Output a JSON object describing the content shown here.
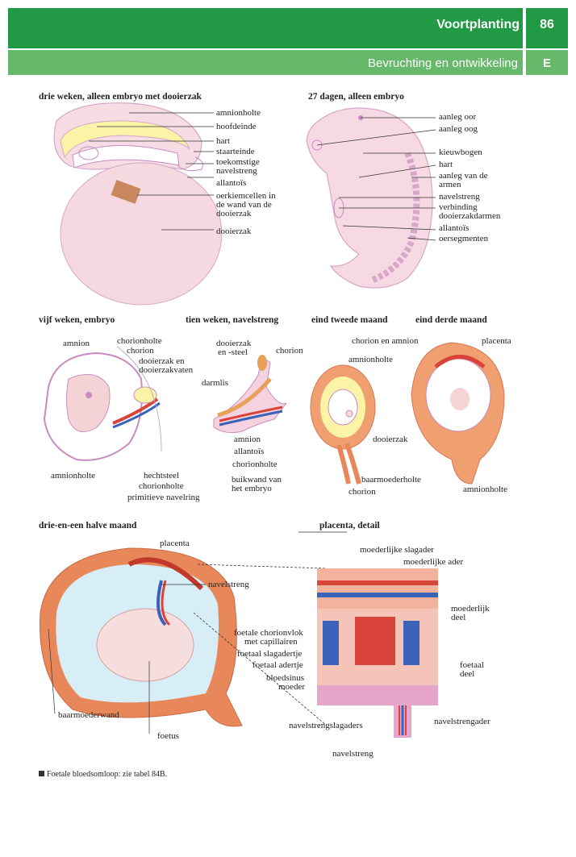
{
  "header": {
    "chapter": "Voortplanting",
    "page_number": "86",
    "subchapter": "Bevruchting en ontwikkeling",
    "section_letter": "E"
  },
  "panels": {
    "p1": {
      "title": "drie weken, alleen embryo met dooierzak",
      "labels": [
        "amnionholte",
        "hoofdeinde",
        "hart",
        "staarteinde",
        "toekomstige",
        "navelstreng",
        "allantoïs",
        "oerkiemcellen in",
        "de wand van de",
        "dooierzak",
        "dooierzak"
      ]
    },
    "p2": {
      "title": "27 dagen, alleen embryo",
      "labels": [
        "aanleg oor",
        "aanleg oog",
        "kieuwbogen",
        "hart",
        "aanleg van de",
        "armen",
        "navelstreng",
        "verbinding",
        "dooierzakdarmen",
        "allantoïs",
        "oersegmenten"
      ]
    },
    "p3": {
      "title": "vijf weken, embryo",
      "labels": [
        "amnion",
        "chorionholte",
        "chorion",
        "dooierzak en",
        "dooierzakvaten",
        "amnionholte",
        "hechtsteel",
        "chorionholte",
        "primitieve navelring"
      ]
    },
    "p4": {
      "title": "tien weken, navelstreng",
      "labels": [
        "dooierzak",
        "en -steel",
        "chorion",
        "darmlis",
        "amnion",
        "allantoïs",
        "chorionholte",
        "buikwand van",
        "het embryo"
      ]
    },
    "p5": {
      "title": "eind tweede maand",
      "labels": [
        "amnionholte",
        "dooierzak",
        "baarmoederholte",
        "chorion"
      ]
    },
    "p6": {
      "title": "eind derde maand",
      "labels": [
        "chorion en amnion",
        "placenta",
        "amnionholte"
      ]
    },
    "p7": {
      "title": "drie-en-een halve maand",
      "labels": [
        "placenta",
        "navelstreng",
        "baarmoederwand",
        "foetus"
      ]
    },
    "p8": {
      "title": "placenta, detail",
      "labels": [
        "moederlijke slagader",
        "moederlijke ader",
        "moederlijk",
        "deel",
        "foetale chorionvlok",
        "met capillairen",
        "foetaal slagadertje",
        "foetaal adertje",
        "bloedsinus",
        "moeder",
        "foetaal",
        "deel",
        "navelstrengslagaders",
        "navelstrengader",
        "navelstreng"
      ]
    }
  },
  "footnote": "Foetale bloedsomloop: zie tabel 84B.",
  "colors": {
    "header_green": "#229a45",
    "header_light_green": "#66b86a",
    "tissue_pink": "#f3d3dc",
    "outline_purple": "#c98bc0",
    "amnion_yellow": "#fbf3a6",
    "muscle_orange": "#e8885a",
    "artery_red": "#d9443a",
    "vein_blue": "#3a62b8"
  }
}
